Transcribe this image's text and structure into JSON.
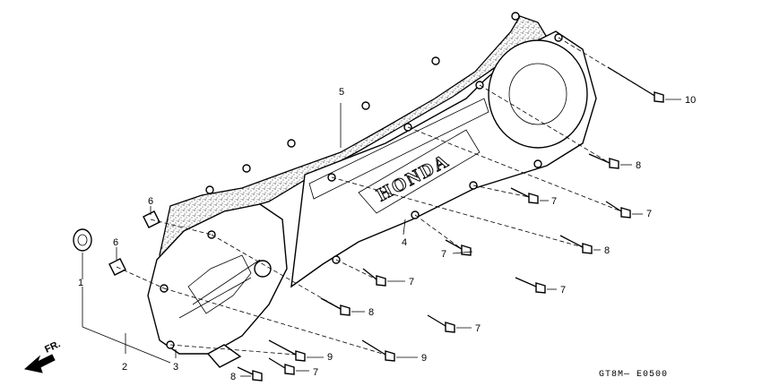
{
  "brand_text": "HONDA",
  "drawing_code": "GT8M— E0500",
  "front_label": "FR.",
  "callouts": {
    "c1": "1",
    "c2": "2",
    "c3": "3",
    "c4": "4",
    "c5": "5",
    "c6a": "6",
    "c6b": "6",
    "c7a": "7",
    "c7b": "7",
    "c7c": "7",
    "c7d": "7",
    "c7e": "7",
    "c7f": "7",
    "c7g": "7",
    "c8a": "8",
    "c8b": "8",
    "c8c": "8",
    "c8d": "8",
    "c9a": "9",
    "c9b": "9",
    "c10": "10"
  }
}
